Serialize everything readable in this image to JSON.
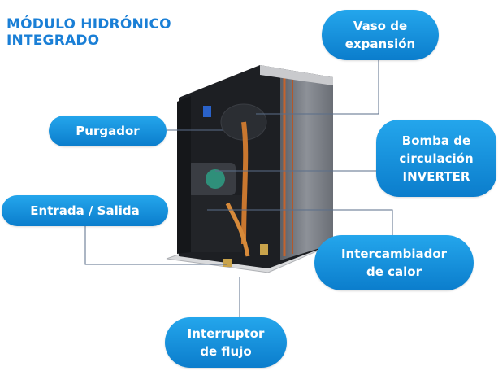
{
  "title": {
    "line1": "MÓDULO HIDRÓNICO",
    "line2": "INTEGRADO"
  },
  "labels": {
    "vaso": {
      "l1": "Vaso de",
      "l2": "expansión"
    },
    "purgador": "Purgador",
    "bomba": {
      "l1": "Bomba de",
      "l2": "circulación",
      "l3": "INVERTER"
    },
    "entrada": "Entrada / Salida",
    "intercambiador": {
      "l1": "Intercambiador",
      "l2": "de calor"
    },
    "interruptor": {
      "l1": "Interruptor",
      "l2": "de flujo"
    }
  },
  "colors": {
    "accent": "#1a7fd6",
    "label_bg": "#1490de",
    "leader": "#5a6e8a"
  }
}
